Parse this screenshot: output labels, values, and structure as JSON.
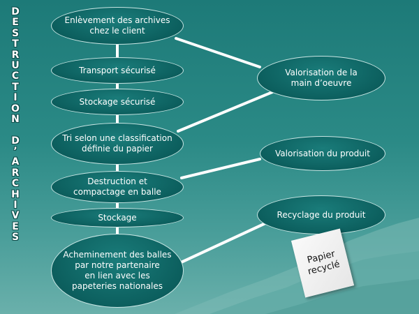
{
  "title_letters": [
    "D",
    "E",
    "S",
    "T",
    "R",
    "U",
    "C",
    "T",
    "I",
    "O",
    "N",
    "",
    "D",
    "’",
    "A",
    "R",
    "C",
    "H",
    "I",
    "V",
    "E",
    "S"
  ],
  "process_steps": [
    "Enlèvement des archives\nchez le client",
    "Transport sécurisé",
    "Stockage sécurisé",
    "Tri selon une classification\ndéfinie du papier",
    "Destruction et\ncompactage en balle",
    "Stockage",
    "Acheminement des balles\npar notre partenaire\nen lien avec les\npapeteries nationales"
  ],
  "outcomes": [
    "Valorisation de la\nmain d’oeuvre",
    "Valorisation du produit",
    "Recyclage du produit"
  ],
  "paper_label": "Papier\nrecyclé",
  "colors": {
    "node_fill": "#0c5f5e",
    "node_border": "#c9e6e4",
    "connector": "#ffffff",
    "background_top": "#1d7a78"
  }
}
